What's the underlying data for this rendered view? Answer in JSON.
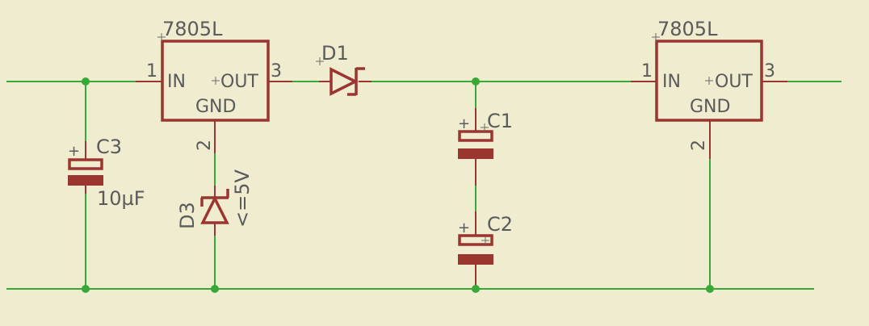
{
  "regulators": [
    {
      "name": "7805L",
      "in_label": "IN",
      "out_label": "OUT",
      "gnd_label": "GND",
      "pin_in": "1",
      "pin_out": "3",
      "pin_gnd": "2"
    },
    {
      "name": "7805L",
      "in_label": "IN",
      "out_label": "OUT",
      "gnd_label": "GND",
      "pin_in": "1",
      "pin_out": "3",
      "pin_gnd": "2"
    }
  ],
  "diodes": {
    "d1": {
      "name": "D1"
    },
    "d3": {
      "name": "D3",
      "value": "<=5V"
    }
  },
  "capacitors": {
    "c1": {
      "name": "C1"
    },
    "c2": {
      "name": "C2"
    },
    "c3": {
      "name": "C3",
      "value": "10µF"
    }
  },
  "colors": {
    "background": "#efecd0",
    "wire": "#38a838",
    "component": "#9b3530",
    "text": "#5a5a5a"
  }
}
